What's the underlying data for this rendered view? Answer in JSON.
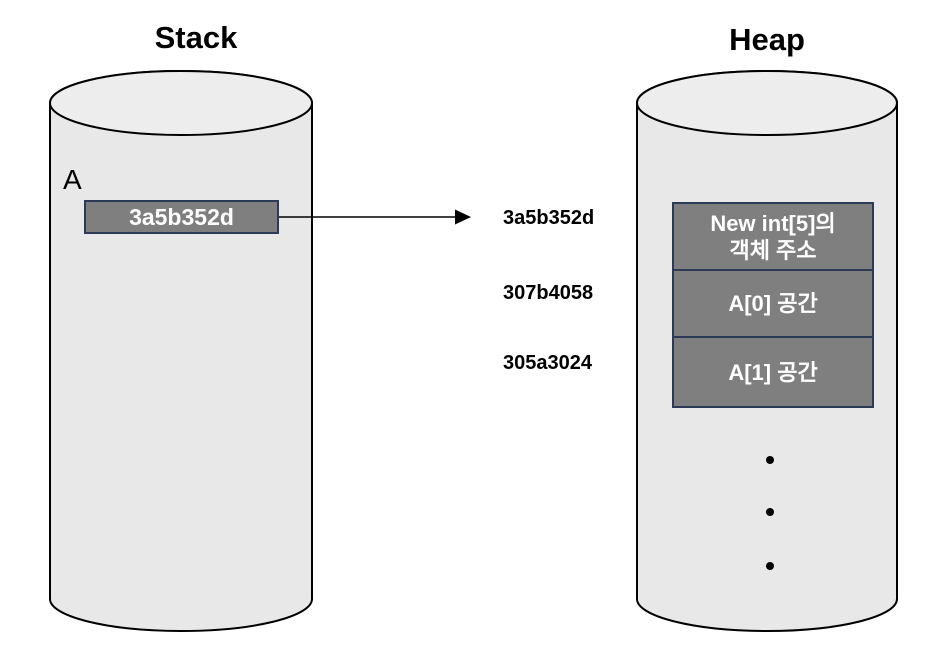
{
  "diagram": {
    "stack": {
      "title": "Stack",
      "variable": {
        "name": "A",
        "value": "3a5b352d"
      }
    },
    "heap": {
      "title": "Heap",
      "addresses": [
        "3a5b352d",
        "307b4058",
        "305a3024"
      ],
      "cells": [
        {
          "line1": "New int[5]의",
          "line2": "객체 주소"
        },
        {
          "label": "A[0] 공간"
        },
        {
          "label": "A[1] 공간"
        }
      ],
      "ellipsis": "•"
    },
    "colors": {
      "cell_fill": "#7f7f7f",
      "cell_border": "#2b3a55",
      "cylinder_fill": "#e8e8e8",
      "cylinder_top_fill": "#ededed",
      "outline": "#000000",
      "arrow": "#000000",
      "text_light": "#ffffff",
      "text_dark": "#000000"
    }
  }
}
